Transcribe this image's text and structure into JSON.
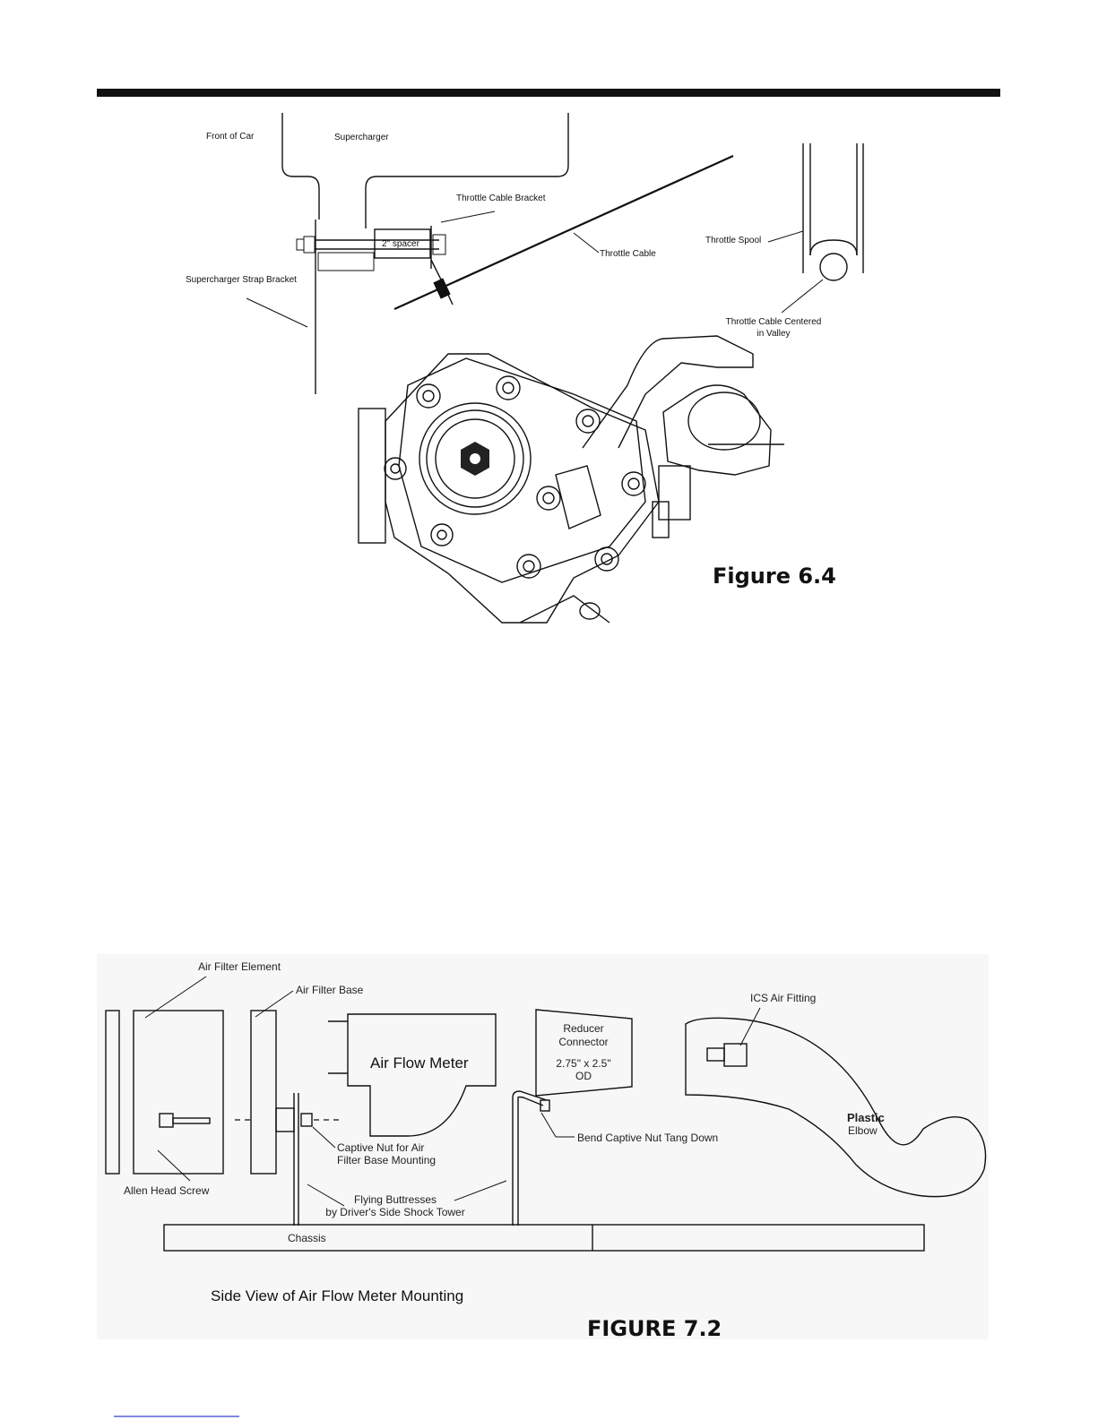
{
  "figure64": {
    "caption": "Figure 6.4",
    "labels": {
      "front_of_car": "Front of Car",
      "supercharger": "Supercharger",
      "throttle_cable_bracket": "Throttle Cable Bracket",
      "spacer": "2\" spacer",
      "throttle_cable": "Throttle Cable",
      "throttle_spool": "Throttle Spool",
      "strap_bracket": "Supercharger Strap Bracket",
      "cable_centered_1": "Throttle Cable Centered",
      "cable_centered_2": "in Valley"
    }
  },
  "figure72": {
    "caption": "FIGURE 7.2",
    "subtitle": "Side View of Air Flow Meter Mounting",
    "labels": {
      "air_filter_element": "Air Filter Element",
      "air_filter_base": "Air Filter Base",
      "air_flow_meter": "Air Flow Meter",
      "reducer_1": "Reducer",
      "reducer_2": "Connector",
      "reducer_3": "2.75\" x 2.5\"",
      "reducer_4": "OD",
      "ics_air_fitting": "ICS Air Fitting",
      "plastic": "Plastic",
      "elbow": "Elbow",
      "bend_tang": "Bend Captive Nut Tang Down",
      "captive_nut_1": "Captive Nut for Air",
      "captive_nut_2": "Filter Base Mounting",
      "allen_head_screw": "Allen Head Screw",
      "buttresses_1": "Flying Buttresses",
      "buttresses_2": "by Driver's Side Shock Tower",
      "chassis": "Chassis"
    }
  }
}
